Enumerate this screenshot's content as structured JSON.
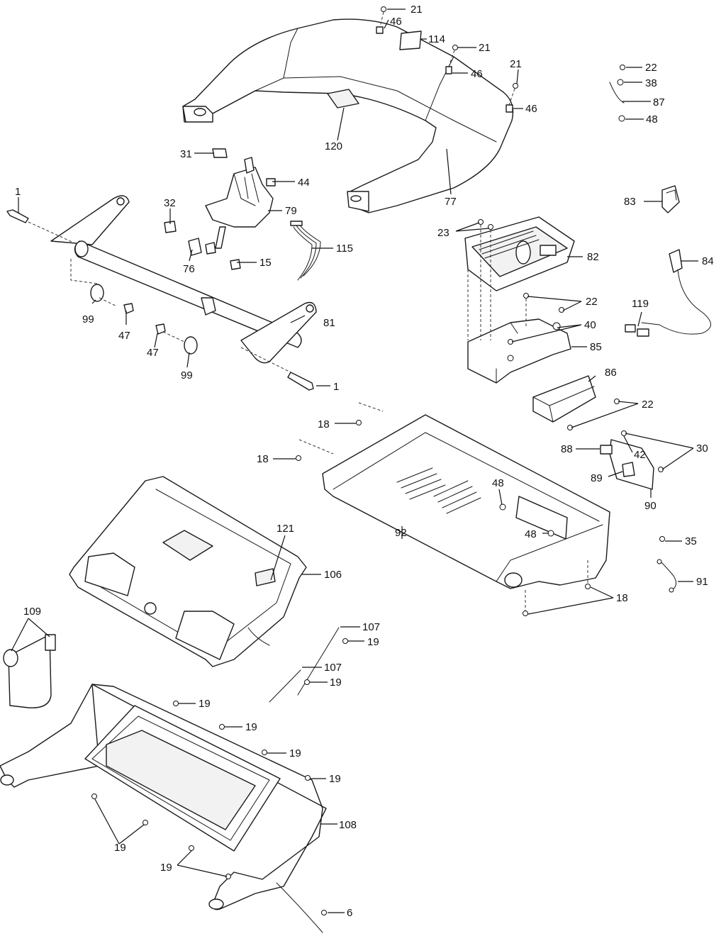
{
  "callouts": [
    {
      "n": "21"
    },
    {
      "n": "46"
    },
    {
      "n": "114"
    },
    {
      "n": "21"
    },
    {
      "n": "46"
    },
    {
      "n": "21"
    },
    {
      "n": "46"
    },
    {
      "n": "22"
    },
    {
      "n": "38"
    },
    {
      "n": "87"
    },
    {
      "n": "48"
    },
    {
      "n": "120"
    },
    {
      "n": "77"
    },
    {
      "n": "31"
    },
    {
      "n": "44"
    },
    {
      "n": "1"
    },
    {
      "n": "32"
    },
    {
      "n": "79"
    },
    {
      "n": "83"
    },
    {
      "n": "23"
    },
    {
      "n": "82"
    },
    {
      "n": "84"
    },
    {
      "n": "115"
    },
    {
      "n": "76"
    },
    {
      "n": "15"
    },
    {
      "n": "99"
    },
    {
      "n": "47"
    },
    {
      "n": "22"
    },
    {
      "n": "119"
    },
    {
      "n": "40"
    },
    {
      "n": "81"
    },
    {
      "n": "85"
    },
    {
      "n": "47"
    },
    {
      "n": "99"
    },
    {
      "n": "86"
    },
    {
      "n": "1"
    },
    {
      "n": "22"
    },
    {
      "n": "18"
    },
    {
      "n": "18"
    },
    {
      "n": "88"
    },
    {
      "n": "42"
    },
    {
      "n": "30"
    },
    {
      "n": "89"
    },
    {
      "n": "48"
    },
    {
      "n": "90"
    },
    {
      "n": "121"
    },
    {
      "n": "48"
    },
    {
      "n": "92"
    },
    {
      "n": "35"
    },
    {
      "n": "106"
    },
    {
      "n": "91"
    },
    {
      "n": "18"
    },
    {
      "n": "109"
    },
    {
      "n": "107"
    },
    {
      "n": "19"
    },
    {
      "n": "107"
    },
    {
      "n": "19"
    },
    {
      "n": "19"
    },
    {
      "n": "19"
    },
    {
      "n": "19"
    },
    {
      "n": "19"
    },
    {
      "n": "108"
    },
    {
      "n": "19"
    },
    {
      "n": "19"
    },
    {
      "n": "6"
    }
  ]
}
